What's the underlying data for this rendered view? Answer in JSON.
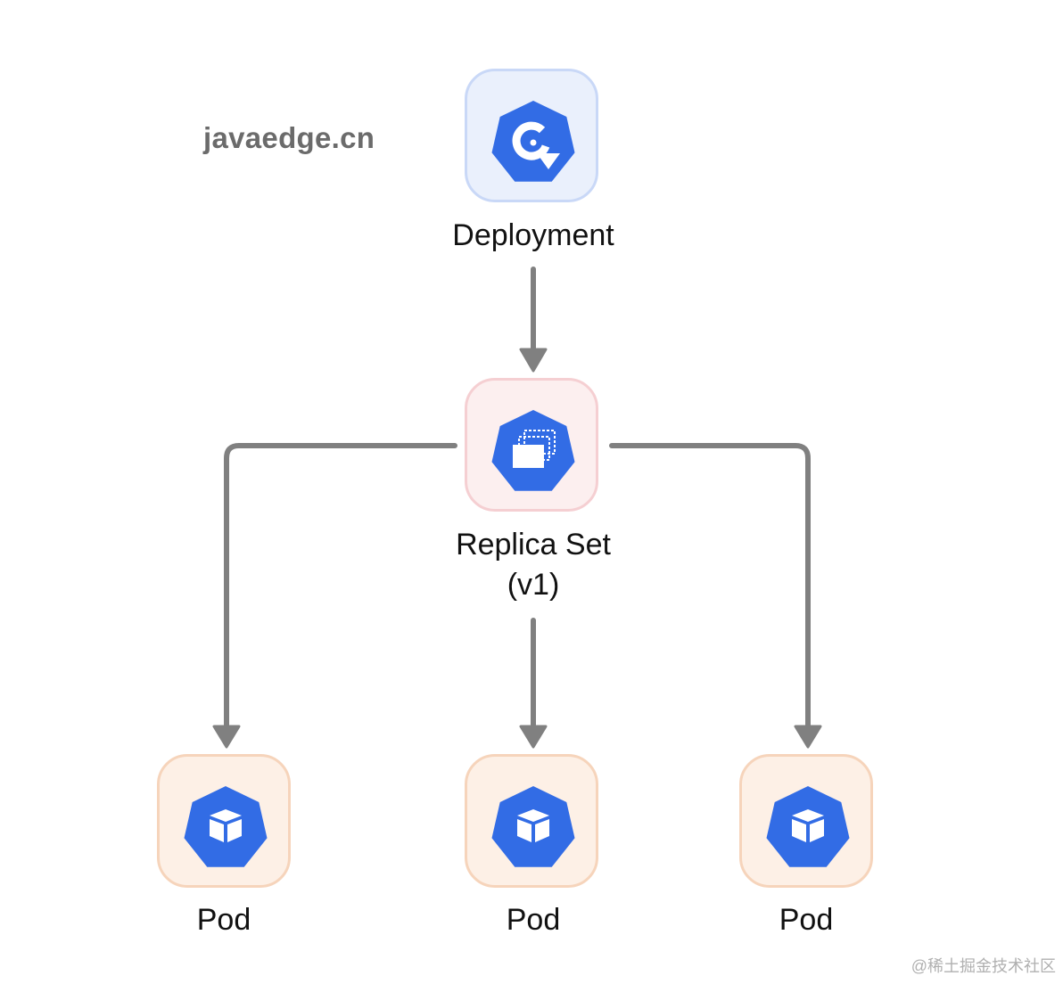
{
  "watermark": {
    "site": "javaedge.cn",
    "corner": "@稀土掘金技术社区"
  },
  "nodes": {
    "deployment": {
      "label": "Deployment",
      "icon": "deployment-icon"
    },
    "replicaset": {
      "label_line1": "Replica Set",
      "label_line2": "(v1)",
      "icon": "replicaset-icon"
    },
    "pods": [
      {
        "label": "Pod",
        "icon": "pod-icon"
      },
      {
        "label": "Pod",
        "icon": "pod-icon"
      },
      {
        "label": "Pod",
        "icon": "pod-icon"
      }
    ]
  },
  "colors": {
    "icon_blue": "#326ce5",
    "arrow": "#808080",
    "deployment_fill": "#eaf0fc",
    "replicaset_fill": "#fcefef",
    "pod_fill": "#fdf0e6"
  }
}
